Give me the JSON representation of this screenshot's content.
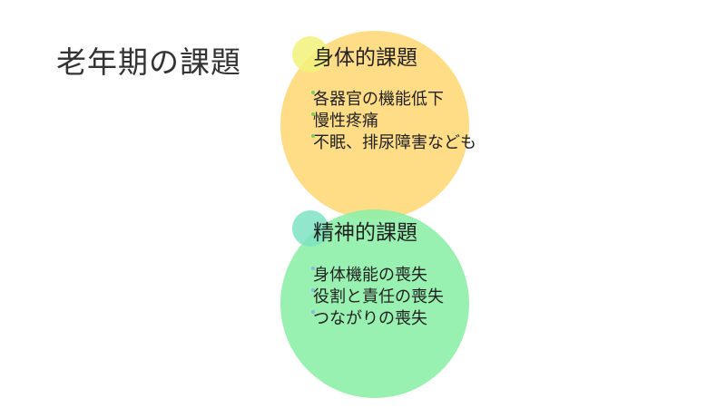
{
  "slide": {
    "title": "老年期の課題",
    "sections": [
      {
        "heading": "身体的課題",
        "items": [
          "各器官の機能低下",
          "慢性疼痛",
          "不眠、排尿障害なども"
        ]
      },
      {
        "heading": "精神的課題",
        "items": [
          "身体機能の喪失",
          "役割と責任の喪失",
          "つながりの喪失"
        ]
      }
    ]
  },
  "colors": {
    "physical": "#FFDA80",
    "mental": "#8EF0A8",
    "accent_yellow": "#F2F27A",
    "accent_teal": "#7DE3C2"
  }
}
